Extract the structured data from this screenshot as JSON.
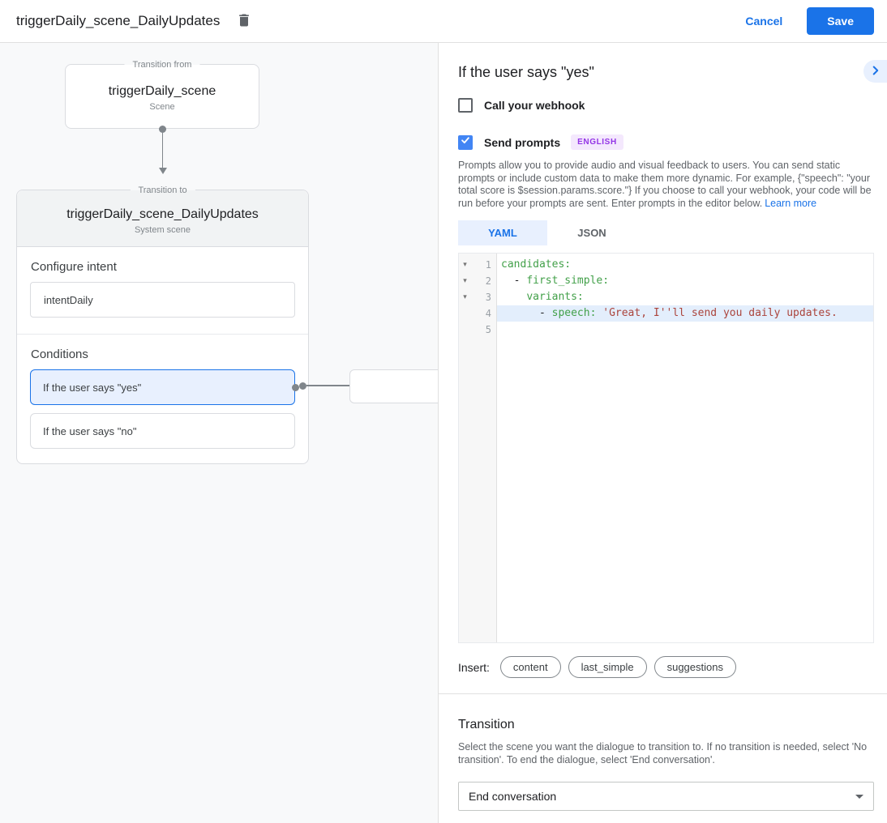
{
  "colors": {
    "accent_blue": "#1a73e8",
    "checkbox_blue": "#4285f4",
    "selection_light_blue": "#e8f0fe",
    "code_key_green": "#42a049",
    "code_string_red": "#ab443c",
    "badge_purple_text": "#9334e6",
    "badge_purple_bg": "#f4e8fd",
    "canvas_gray": "#f8f9fa"
  },
  "header": {
    "title": "triggerDaily_scene_DailyUpdates",
    "cancel_label": "Cancel",
    "save_label": "Save"
  },
  "diagram": {
    "from_node": {
      "legend": "Transition from",
      "title": "triggerDaily_scene",
      "subtitle": "Scene"
    },
    "to_node": {
      "legend": "Transition to",
      "title": "triggerDaily_scene_DailyUpdates",
      "subtitle": "System scene",
      "intent_section": {
        "heading": "Configure intent",
        "intent_name": "intentDaily"
      },
      "conditions_section": {
        "heading": "Conditions",
        "items": [
          {
            "label": "If the user says \"yes\"",
            "selected": true
          },
          {
            "label": "If the user says \"no\"",
            "selected": false
          }
        ]
      }
    }
  },
  "panel": {
    "title": "If the user says \"yes\"",
    "webhook_checkbox": {
      "label": "Call your webhook",
      "checked": false
    },
    "prompts_checkbox": {
      "label": "Send prompts",
      "checked": true,
      "badge": "ENGLISH"
    },
    "description": "Prompts allow you to provide audio and visual feedback to users. You can send static prompts or include custom data to make them more dynamic. For example, {\"speech\": \"your total score is $session.params.score.\"} If you choose to call your webhook, your code will be run before your prompts are sent. Enter prompts in the editor below.",
    "learn_more_label": "Learn more",
    "tabs": [
      {
        "label": "YAML",
        "active": true
      },
      {
        "label": "JSON",
        "active": false
      }
    ],
    "editor": {
      "lines": [
        {
          "number": 1,
          "foldable": true,
          "highlighted": false,
          "tokens": [
            {
              "t": "key",
              "v": "candidates:"
            }
          ]
        },
        {
          "number": 2,
          "foldable": true,
          "highlighted": false,
          "tokens": [
            {
              "t": "plain",
              "v": "  - "
            },
            {
              "t": "key",
              "v": "first_simple:"
            }
          ]
        },
        {
          "number": 3,
          "foldable": true,
          "highlighted": false,
          "tokens": [
            {
              "t": "plain",
              "v": "    "
            },
            {
              "t": "key",
              "v": "variants:"
            }
          ]
        },
        {
          "number": 4,
          "foldable": false,
          "highlighted": true,
          "tokens": [
            {
              "t": "plain",
              "v": "      - "
            },
            {
              "t": "key",
              "v": "speech:"
            },
            {
              "t": "plain",
              "v": " "
            },
            {
              "t": "string",
              "v": "'Great, I''ll send you daily updates."
            }
          ]
        },
        {
          "number": 5,
          "foldable": false,
          "highlighted": false,
          "tokens": []
        }
      ]
    },
    "insert": {
      "label": "Insert:",
      "chips": [
        "content",
        "last_simple",
        "suggestions"
      ]
    },
    "transition": {
      "heading": "Transition",
      "description": "Select the scene you want the dialogue to transition to. If no transition is needed, select 'No transition'. To end the dialogue, select 'End conversation'.",
      "selected_value": "End conversation"
    }
  }
}
